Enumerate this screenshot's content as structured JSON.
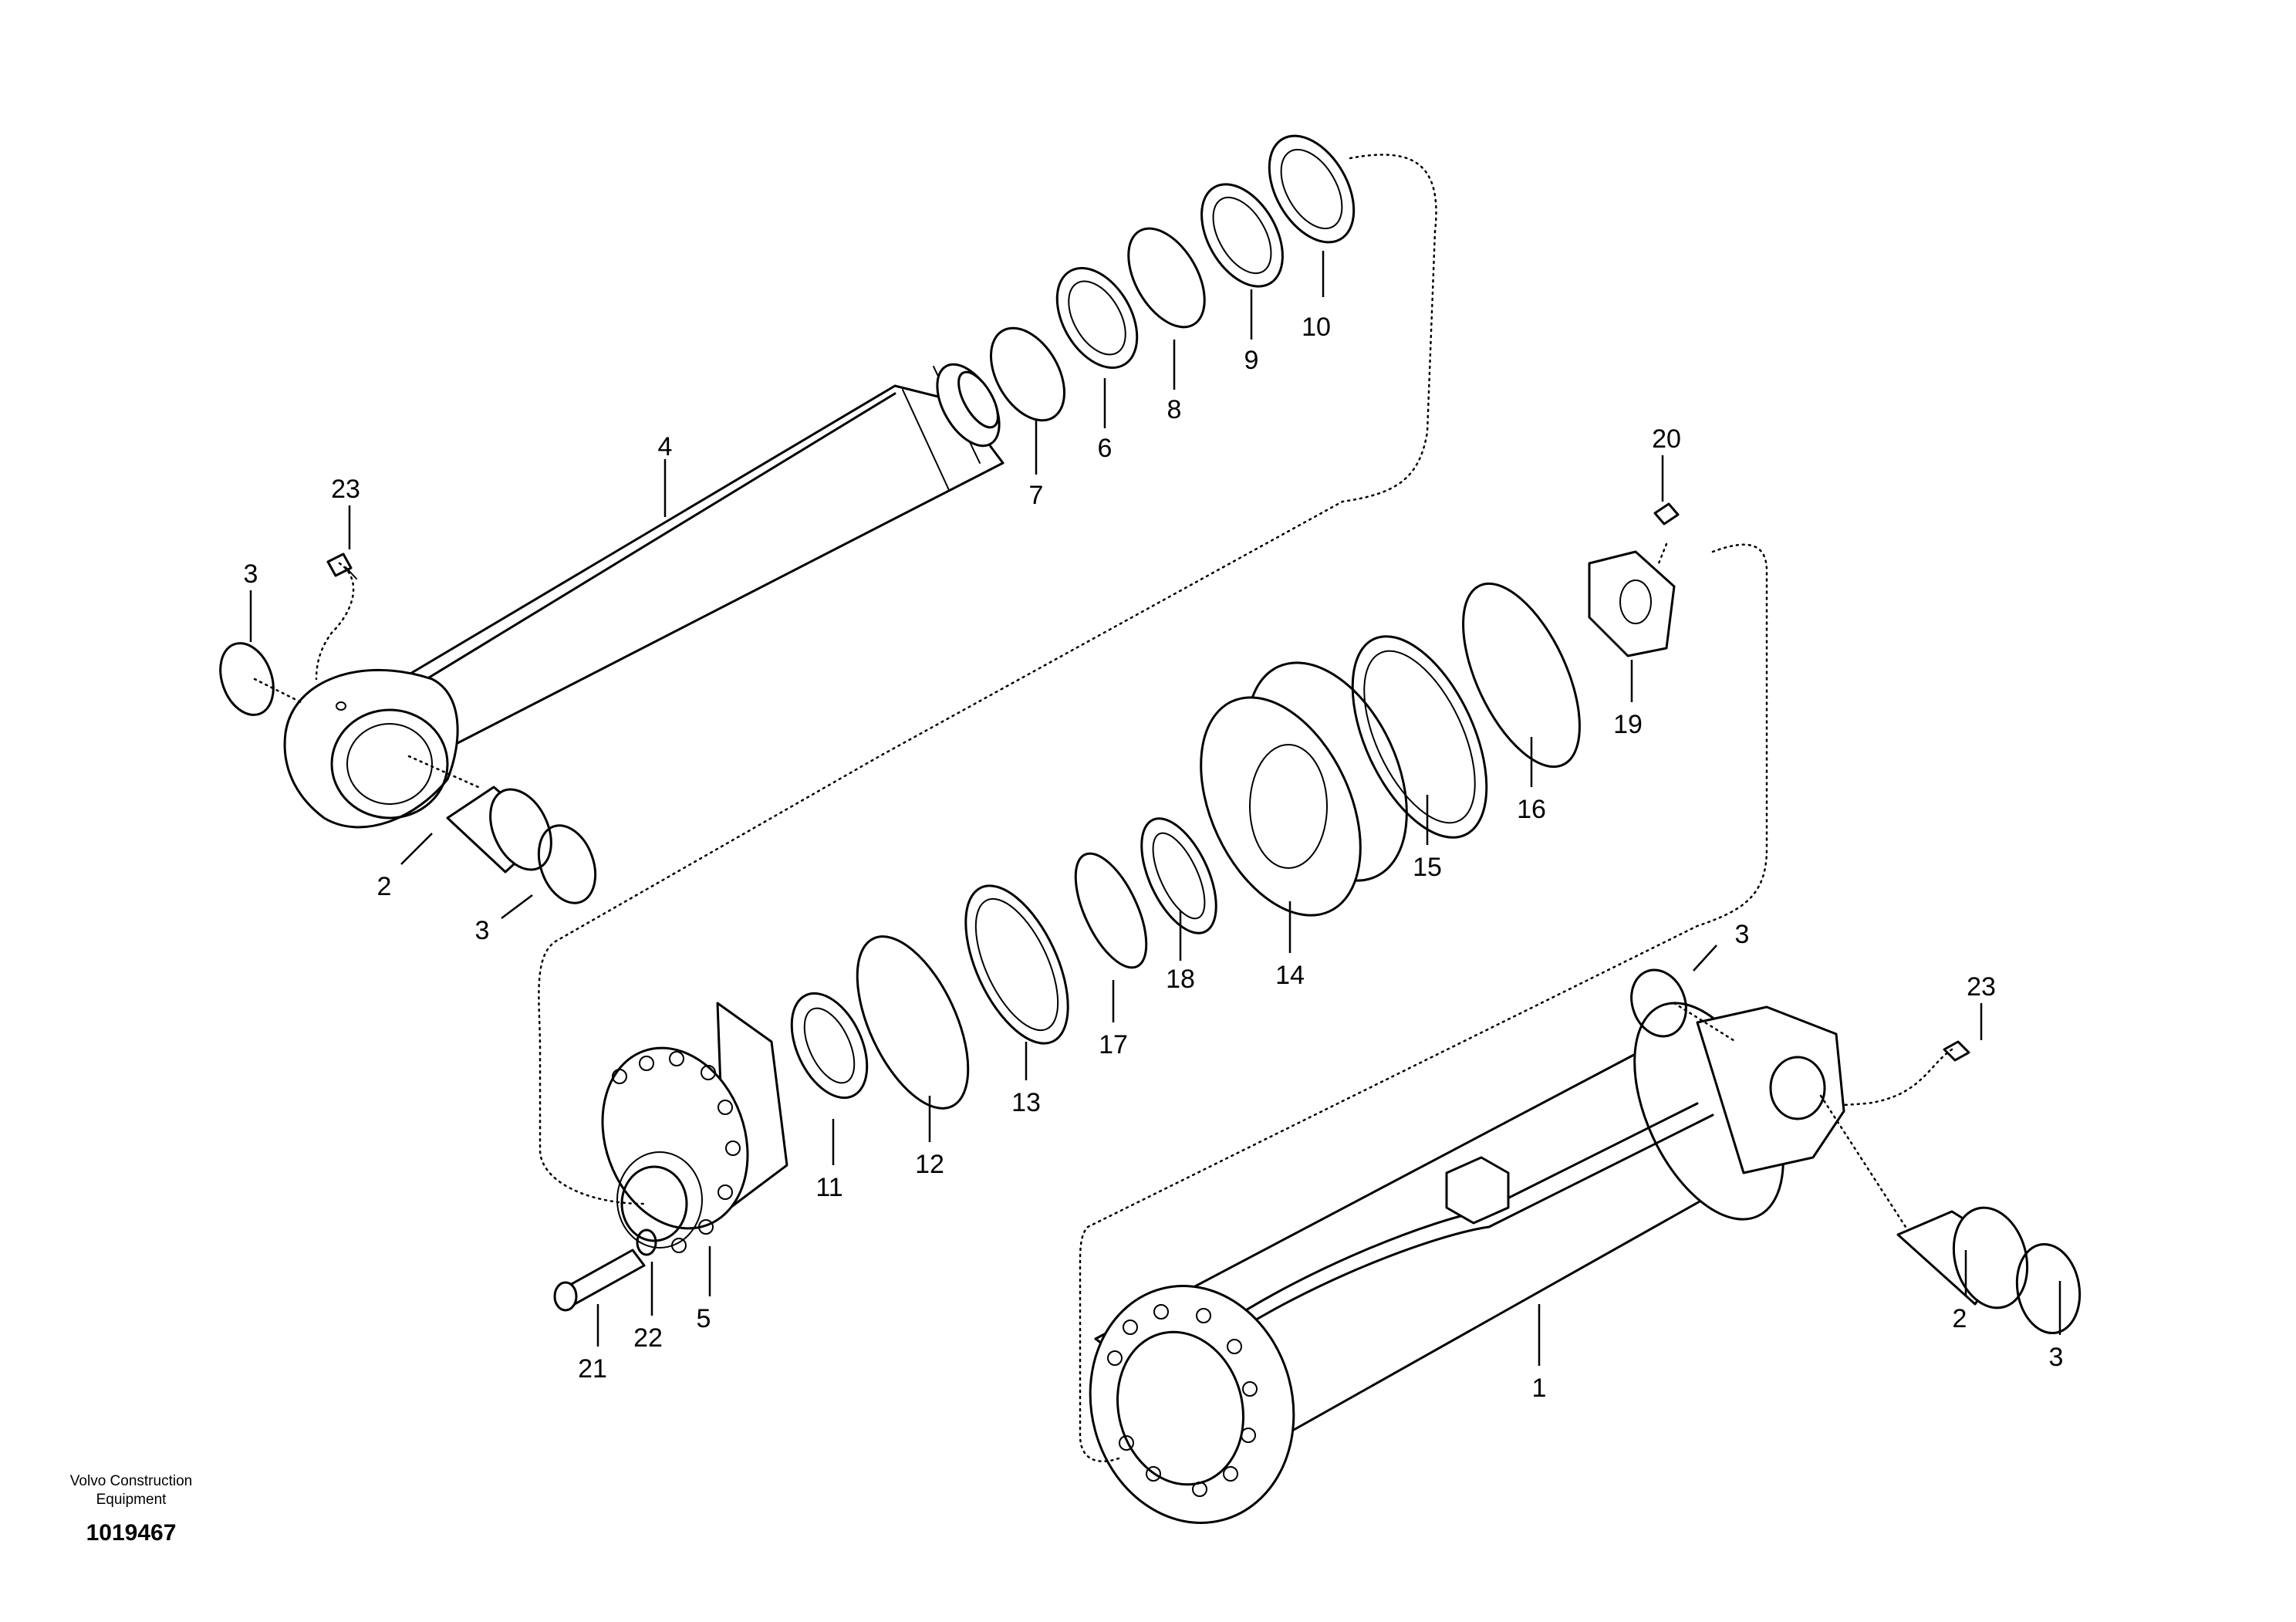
{
  "diagram": {
    "callouts": [
      "1",
      "2",
      "3",
      "4",
      "5",
      "6",
      "7",
      "8",
      "9",
      "10",
      "11",
      "12",
      "13",
      "14",
      "15",
      "16",
      "17",
      "18",
      "19",
      "20",
      "21",
      "22",
      "23"
    ],
    "parts": {
      "p1": "cylinder-tube",
      "p2": "bushing",
      "p3": "o-ring",
      "p4": "piston-rod",
      "p5": "cylinder-head",
      "p6": "rod-seal",
      "p7": "snap-ring",
      "p8": "back-up-ring",
      "p9": "u-packing",
      "p10": "dust-seal",
      "p11": "bushing",
      "p12": "o-ring",
      "p13": "back-up-ring",
      "p14": "piston",
      "p15": "piston-seal",
      "p16": "wear-ring",
      "p17": "o-ring",
      "p18": "back-up-ring",
      "p19": "nut",
      "p20": "set-screw",
      "p21": "socket-bolt",
      "p22": "washer",
      "p23": "grease-nipple"
    }
  },
  "footer": {
    "brand_line1": "Volvo Construction",
    "brand_line2": "Equipment",
    "illustration_number": "1019467"
  }
}
